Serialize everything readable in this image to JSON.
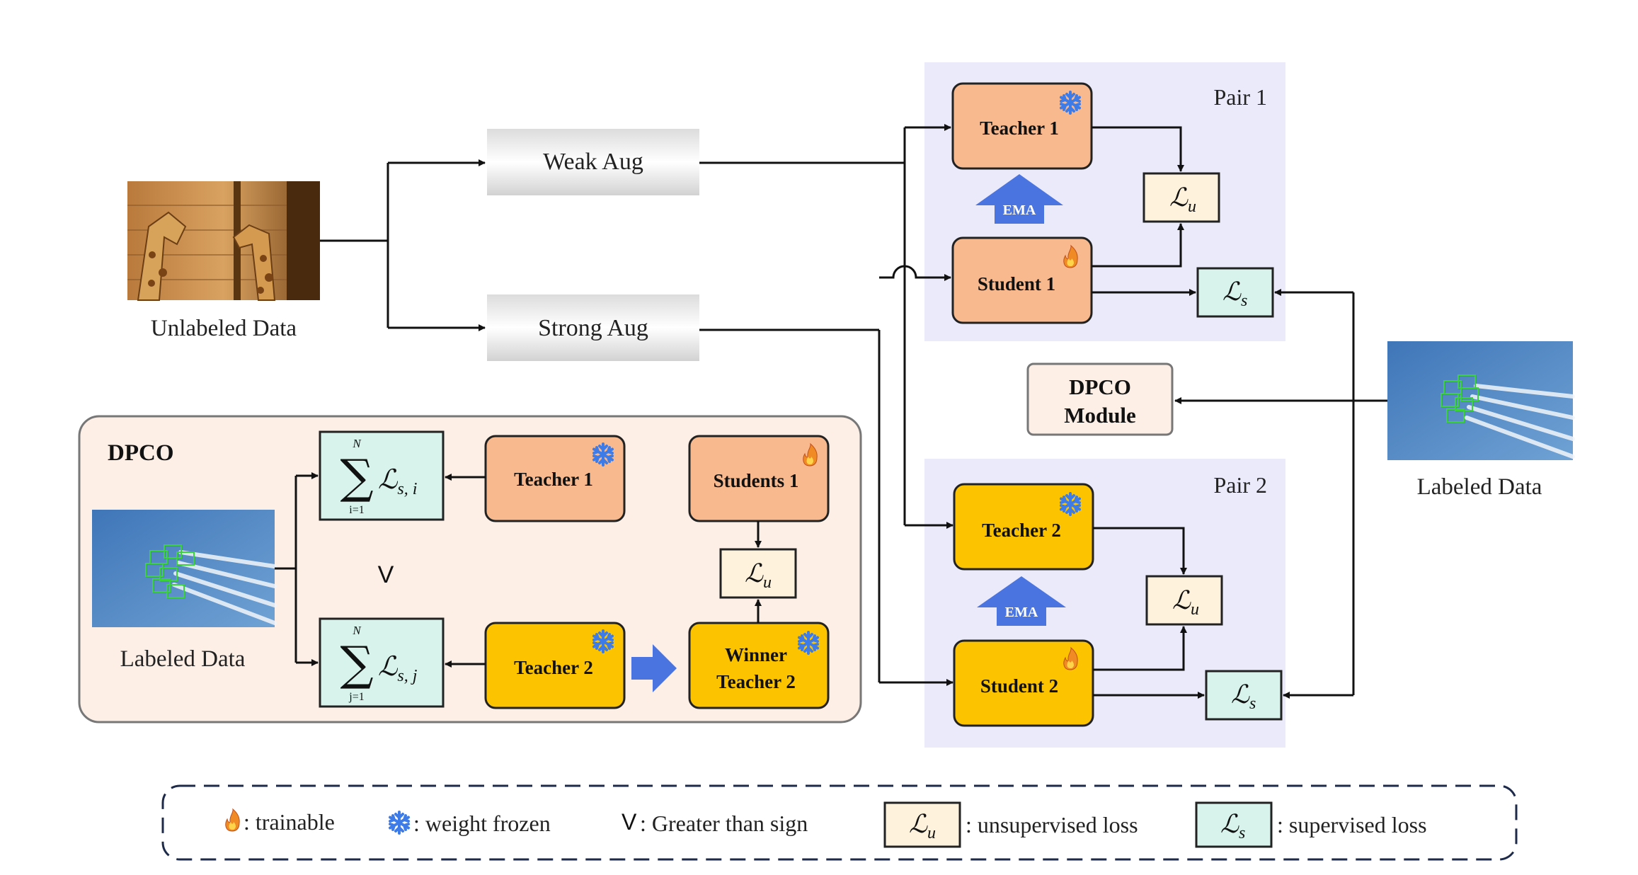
{
  "inputs": {
    "unlabeled_caption": "Unlabeled Data",
    "labeled_caption": "Labeled Data",
    "dpco_labeled_caption": "Labeled Data"
  },
  "augment": {
    "weak": "Weak Aug",
    "strong": "Strong Aug"
  },
  "pair1": {
    "title": "Pair 1",
    "teacher": "Teacher 1",
    "student": "Student 1",
    "ema": "EMA"
  },
  "pair2": {
    "title": "Pair 2",
    "teacher": "Teacher 2",
    "student": "Student 2",
    "ema": "EMA"
  },
  "loss": {
    "unsup_symbol": "ℒ",
    "unsup_sub": "u",
    "sup_symbol": "ℒ",
    "sup_sub": "s"
  },
  "module": {
    "line1": "DPCO",
    "line2": "Module"
  },
  "dpco": {
    "title": "DPCO",
    "teacher1": "Teacher 1",
    "teacher2": "Teacher 2",
    "students1": "Students 1",
    "winner_line1": "Winner",
    "winner_line2": "Teacher 2",
    "compare_sign": "V",
    "sum1_sub": "s, i",
    "sum1_lower": "i=1",
    "sum2_sub": "s, j",
    "sum2_lower": "j=1",
    "sum_upper": "N",
    "sum_sigma": "∑"
  },
  "legend": {
    "trainable": ": trainable",
    "frozen": ": weight frozen",
    "v_symbol": "V",
    "greater": ": Greater than sign",
    "unsup": ": unsupervised loss",
    "sup": ": supervised loss"
  },
  "colors": {
    "pair_bg": "#eaeafb",
    "dpco_bg": "#fdeee6",
    "teacher_orange": "#f8b98e",
    "teacher_yellow": "#fcc400",
    "loss_u_fill": "#fff2dd",
    "loss_s_fill": "#d7f3ec",
    "ema_blue": "#4a74e0",
    "snow_blue": "#3d7ce8",
    "flame_orange": "#f08a24"
  }
}
